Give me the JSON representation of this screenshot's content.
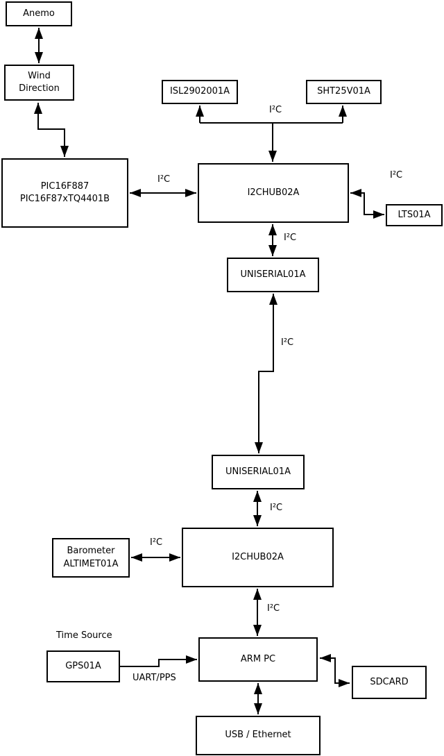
{
  "diagram": {
    "type": "block-diagram",
    "colors": {
      "background": "#ffffff",
      "line": "#000000",
      "box_fill": "#ffffff",
      "text": "#000000"
    },
    "nodes": [
      {
        "id": "anemo",
        "label": "Anemo"
      },
      {
        "id": "wind-direction",
        "label": "Wind\nDirection"
      },
      {
        "id": "pic16f887",
        "label": "PIC16F887\nPIC16F87xTQ4401B"
      },
      {
        "id": "isl2902001a",
        "label": "ISL2902001A"
      },
      {
        "id": "sht25v01a",
        "label": "SHT25V01A"
      },
      {
        "id": "i2chub02a-1",
        "label": "I2CHUB02A"
      },
      {
        "id": "lts01a",
        "label": "LTS01A"
      },
      {
        "id": "uniserial01a-1",
        "label": "UNISERIAL01A"
      },
      {
        "id": "uniserial01a-2",
        "label": "UNISERIAL01A"
      },
      {
        "id": "i2chub02a-2",
        "label": "I2CHUB02A"
      },
      {
        "id": "barometer-altimet01a",
        "label": "Barometer\nALTIMET01A"
      },
      {
        "id": "gps01a",
        "label": "GPS01A"
      },
      {
        "id": "arm-pc",
        "label": "ARM PC"
      },
      {
        "id": "sdcard",
        "label": "SDCARD"
      },
      {
        "id": "usb-ethernet",
        "label": "USB / Ethernet"
      }
    ],
    "edges": [
      {
        "from": "anemo",
        "to": "wind-direction",
        "label": "",
        "bidirectional": true
      },
      {
        "from": "wind-direction",
        "to": "pic16f887",
        "label": "",
        "bidirectional": true
      },
      {
        "from": "pic16f887",
        "to": "i2chub02a-1",
        "label": "I²C",
        "bidirectional": true
      },
      {
        "from": "i2chub02a-1",
        "to": [
          "isl2902001a",
          "sht25v01a"
        ],
        "label": "I²C",
        "bidirectional": true
      },
      {
        "from": "i2chub02a-1",
        "to": "lts01a",
        "label": "I²C",
        "bidirectional": true
      },
      {
        "from": "i2chub02a-1",
        "to": "uniserial01a-1",
        "label": "I²C",
        "bidirectional": true
      },
      {
        "from": "uniserial01a-1",
        "to": "uniserial01a-2",
        "label": "I²C",
        "bidirectional": true
      },
      {
        "from": "uniserial01a-2",
        "to": "i2chub02a-2",
        "label": "I²C",
        "bidirectional": true
      },
      {
        "from": "barometer-altimet01a",
        "to": "i2chub02a-2",
        "label": "I²C",
        "bidirectional": true
      },
      {
        "from": "i2chub02a-2",
        "to": "arm-pc",
        "label": "I²C",
        "bidirectional": true
      },
      {
        "from": "gps01a",
        "to": "arm-pc",
        "label": "UART/PPS",
        "bidirectional": false
      },
      {
        "from": "arm-pc",
        "to": "sdcard",
        "label": "",
        "bidirectional": true
      },
      {
        "from": "arm-pc",
        "to": "usb-ethernet",
        "label": "",
        "bidirectional": true
      }
    ],
    "captions": [
      {
        "for": "gps01a",
        "text": "Time Source"
      }
    ]
  }
}
